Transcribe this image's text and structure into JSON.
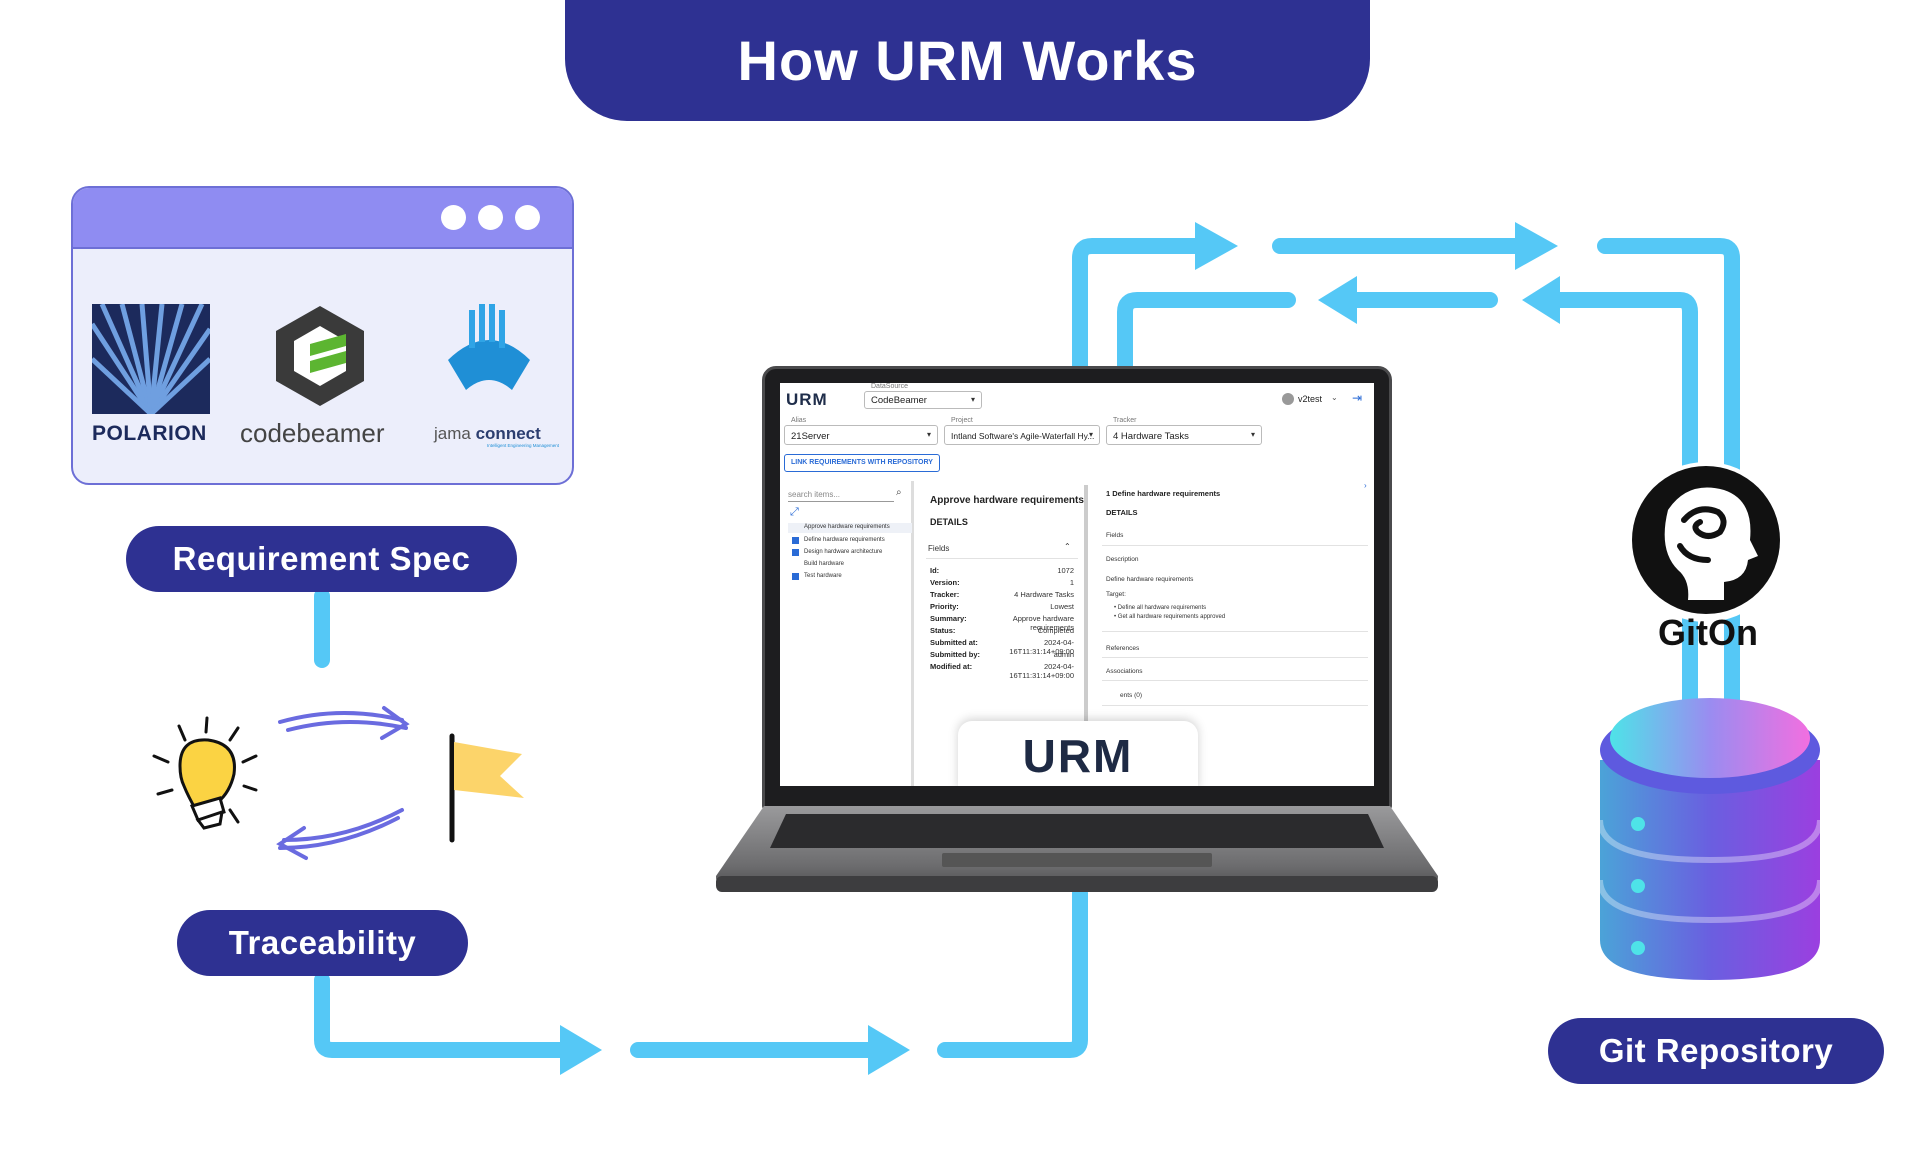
{
  "title": "How URM Works",
  "labels": {
    "requirement_spec": "Requirement Spec",
    "traceability": "Traceability",
    "git_repository": "Git Repository"
  },
  "tools": [
    {
      "name": "POLARION"
    },
    {
      "name": "codebeamer"
    },
    {
      "name": "jama",
      "name2": "connect",
      "tagline": "Intelligent Engineering Management"
    }
  ],
  "gitOn": {
    "name": "GitOn"
  },
  "app": {
    "logo": "URM",
    "datasource": {
      "label": "DataSource",
      "value": "CodeBeamer"
    },
    "user": "v2test",
    "alias": {
      "label": "Alias",
      "value": "21Server"
    },
    "project": {
      "label": "Project",
      "value": "Intland Software's Agile-Waterfall Hy..."
    },
    "tracker": {
      "label": "Tracker",
      "value": "4 Hardware Tasks"
    },
    "link_button": "LINK REQUIREMENTS WITH REPOSITORY",
    "search_placeholder": "search items...",
    "tree": [
      "Approve hardware requirements",
      "Define hardware requirements",
      "Design hardware architecture",
      "Build hardware",
      "Test hardware"
    ],
    "detail": {
      "title": "Approve hardware requirements",
      "section": "DETAILS",
      "fields_label": "Fields",
      "rows": [
        {
          "k": "Id:",
          "v": "1072"
        },
        {
          "k": "Version:",
          "v": "1"
        },
        {
          "k": "Tracker:",
          "v": "4 Hardware Tasks"
        },
        {
          "k": "Priority:",
          "v": "Lowest"
        },
        {
          "k": "Summary:",
          "v": "Approve hardware requirements"
        },
        {
          "k": "Status:",
          "v": "Completed"
        },
        {
          "k": "Submitted at:",
          "v": "2024-04-16T11:31:14+09:00"
        },
        {
          "k": "Submitted by:",
          "v": "admin"
        },
        {
          "k": "Modified at:",
          "v": "2024-04-16T11:31:14+09:00"
        }
      ]
    },
    "right": {
      "title": "1 Define hardware requirements",
      "section": "DETAILS",
      "fields": "Fields",
      "description": "Description",
      "desc_text": "Define hardware requirements",
      "target": "Target:",
      "bullets": [
        "Define all hardware requirements",
        "Get all hardware requirements approved"
      ],
      "references": "References",
      "associations": "Associations",
      "comments": "ents (0)"
    },
    "overlay_logo": "URM"
  },
  "colors": {
    "navy": "#2e3192",
    "flow": "#55c8f6",
    "window_bar": "#8f8cf2"
  }
}
